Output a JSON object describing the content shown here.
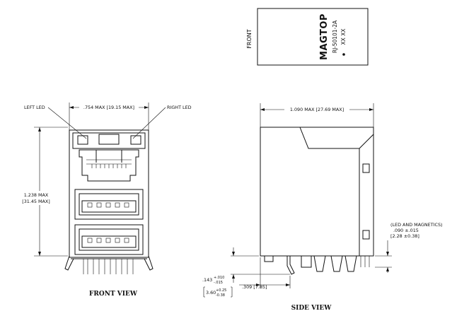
{
  "top_label": {
    "front": "FRONT",
    "brand": "MAGTOP",
    "part_number": "RJ-50101-2A",
    "code": "XX XX"
  },
  "front_view": {
    "title": "FRONT VIEW",
    "left_led": "LEFT LED",
    "right_led": "RIGHT LED",
    "width_dim": ".754 MAX [19.15 MAX]",
    "height_dim_in": "1.238 MAX",
    "height_dim_mm": "[31.45 MAX]"
  },
  "side_view": {
    "title": "SIDE VIEW",
    "depth_dim": "1.090 MAX [27.69 MAX]",
    "pin_offset": ".309 [7.85]",
    "pin_len_in": ".143",
    "pin_len_in_tol_plus": "+.010",
    "pin_len_in_tol_minus": "-.015",
    "pin_len_mm": "3.60",
    "pin_len_mm_tol_plus": "+0.25",
    "pin_len_mm_tol_minus": "-0.38",
    "led_note": "(LED AND MAGNETICS)",
    "led_dim_in": ".090 ±.015",
    "led_dim_mm": "[2.28 ±0.38]"
  }
}
